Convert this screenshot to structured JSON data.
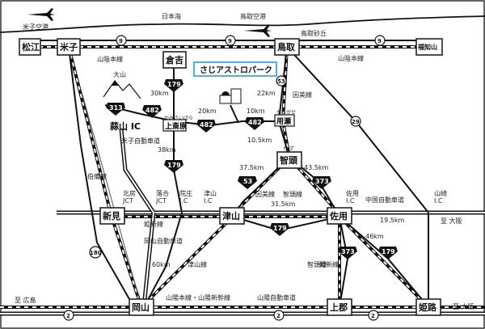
{
  "title": "さじアストロパーク",
  "sea_label": "日本海",
  "airports": [
    {
      "id": "yonago_airport",
      "label": "米子空港"
    },
    {
      "id": "tottori_airport",
      "label": "鳥取空港"
    }
  ],
  "mountain": "大山",
  "cities": [
    {
      "id": "matsue",
      "label": "松江"
    },
    {
      "id": "yonago",
      "label": "米子"
    },
    {
      "id": "kurayoshi",
      "label": "倉吉"
    },
    {
      "id": "tottori",
      "label": "鳥取"
    },
    {
      "id": "fukuchiyama",
      "label": "福知山"
    },
    {
      "id": "chizu",
      "label": "智頭"
    },
    {
      "id": "niimi",
      "label": "新見"
    },
    {
      "id": "tsuyama",
      "label": "津山"
    },
    {
      "id": "sayo",
      "label": "佐用"
    },
    {
      "id": "okayama",
      "label": "岡山"
    },
    {
      "id": "kamigori",
      "label": "上郡"
    },
    {
      "id": "himeji",
      "label": "姫路"
    }
  ],
  "small_places": {
    "kamisaihara_ruby": "かみさいばら",
    "kamisaihara": "上斎原",
    "mochigase_ruby": "もちがせ",
    "mochigase": "用瀬",
    "chizu_ruby": "ち ず",
    "hiruzen": "蒜山 IC",
    "hokubo": "北房\nJCT",
    "ochiai": "落合\nJCT",
    "innosho": "院庄\nI.C",
    "tsuyama_ic": "津山\nI.C",
    "sayo_ic": "佐用\nI.C",
    "yamasaki": "山崎\nI.C"
  },
  "line_labels": {
    "sanin_honsen_w": "山陰本線",
    "sanin_honsen_e": "山陰本線",
    "tottori_sakyu": "鳥取砂丘",
    "inbi": "因美線",
    "yonago_exp": "米子自動車道",
    "hakubi": "伯備線",
    "himeshin_w": "姫新線",
    "himeshin_e": "姫新線",
    "okayama_exp": "岡山自動車道",
    "tsuyama_line": "津山線",
    "inbi2": "因美線",
    "chizukyu": "智頭線",
    "chugoku_exp": "中国自動車道",
    "chizukyu2": "智頭線",
    "sanyo": "山陽本線・山陽新幹線",
    "sanyo_exp": "山陽自動車道",
    "to_osaka_1": "至 大阪",
    "to_osaka_2": "至 大阪",
    "to_hiroshima": "至 広島"
  },
  "distances": {
    "d30": "30km",
    "d20": "20km",
    "d22": "22km",
    "d10": "10km",
    "d38": "38km",
    "d10_5": "10.5km",
    "d37": "37.5km",
    "d43": "43.5km",
    "d31": "31.5km",
    "d19": "19.5km",
    "d46": "46km",
    "d60": "60km"
  },
  "routes": {
    "r9a": "9",
    "r9b": "9",
    "r9c": "9",
    "r179a": "179",
    "r179b": "179",
    "r179c": "179",
    "r179d": "179",
    "r313": "313",
    "r482a": "482",
    "r482b": "482",
    "r482c": "482",
    "r53a": "53",
    "r53b": "53",
    "r373a": "373",
    "r373b": "373",
    "r29": "29",
    "r180": "180",
    "r2a": "2",
    "r2b": "2",
    "r2c": "2"
  }
}
